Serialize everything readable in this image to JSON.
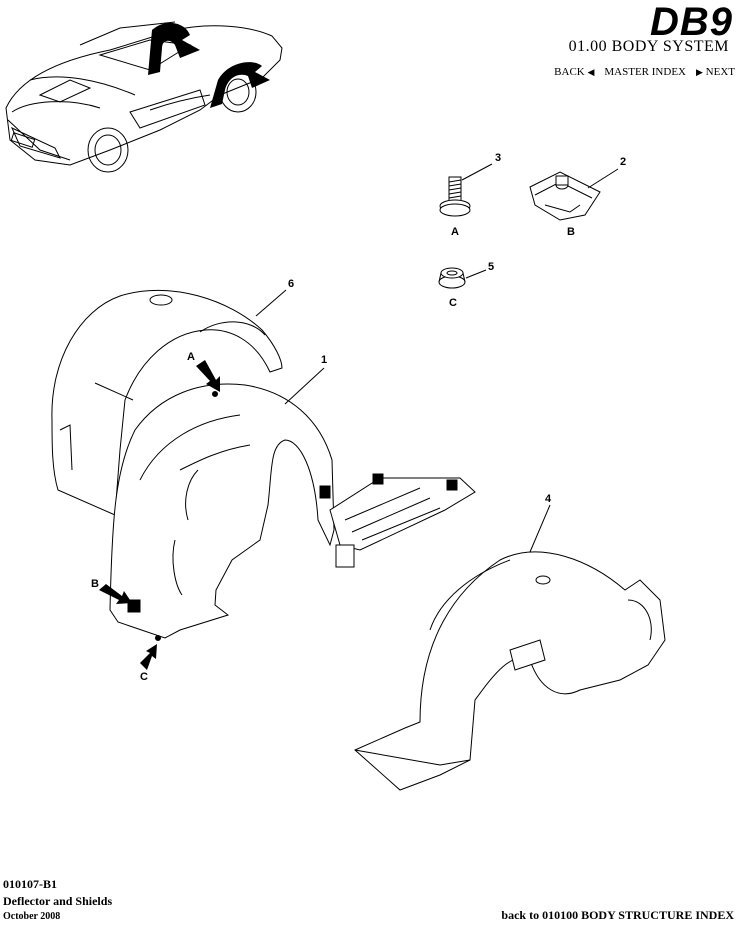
{
  "header": {
    "logo": "DB9",
    "system_title": "01.00 BODY SYSTEM",
    "nav": {
      "back": "BACK",
      "master_index": "MASTER INDEX",
      "next": "NEXT"
    }
  },
  "callouts": {
    "part_1": "1",
    "part_2": "2",
    "part_3": "3",
    "part_4": "4",
    "part_5": "5",
    "part_6": "6",
    "fastener_a": "A",
    "fastener_b": "B",
    "fastener_c": "C",
    "arrow_a": "A",
    "arrow_b": "B",
    "arrow_c": "C"
  },
  "footer": {
    "code": "010107-B1",
    "title": "Deflector and Shields",
    "date": "October 2008",
    "back_link": "back to 010100 BODY STRUCTURE INDEX"
  }
}
